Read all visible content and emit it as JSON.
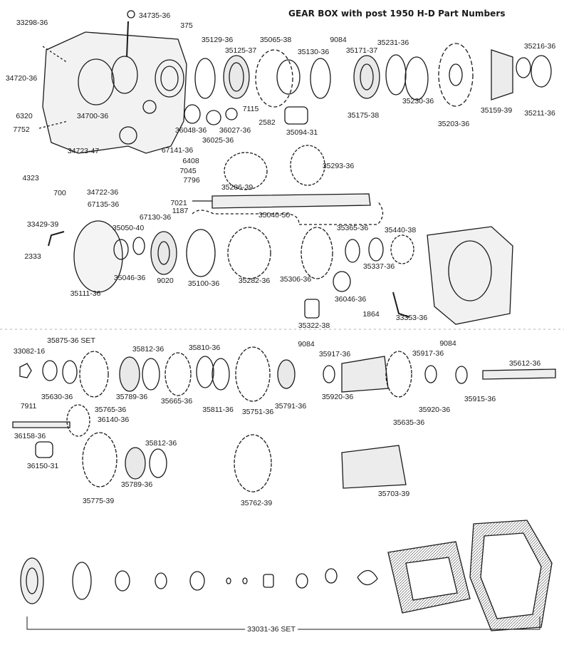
{
  "title": "GEAR BOX with post 1950 H-D Part Numbers",
  "labels": [
    "33298-36",
    "34735-36",
    "375",
    "35129-36",
    "35125-37",
    "35065-38",
    "9084",
    "35130-36",
    "35171-37",
    "35231-36",
    "35216-36",
    "34720-36",
    "7115",
    "2582",
    "35175-38",
    "35230-36",
    "35159-39",
    "35211-36",
    "6320",
    "7752",
    "34700-36",
    "36048-36",
    "36027-36",
    "36025-36",
    "35094-31",
    "35203-36",
    "34723-47",
    "67141-36",
    "6408",
    "7045",
    "4323",
    "700",
    "34722-36",
    "67135-36",
    "7796",
    "35293-36",
    "35286-39",
    "7021",
    "1187",
    "67130-36",
    "35040-50",
    "33429-39",
    "35050-40",
    "35365-36",
    "35440-38",
    "2333",
    "35046-36",
    "9020",
    "35100-36",
    "35282-36",
    "35306-36",
    "35337-36",
    "35111-36",
    "36046-36",
    "1864",
    "35322-38",
    "33353-36",
    "33082-16",
    "35875-36 SET",
    "35812-36",
    "35810-36",
    "9084",
    "35917-36",
    "35917-36",
    "9084",
    "35612-36",
    "35630-36",
    "35789-36",
    "35665-36",
    "35811-36",
    "35751-36",
    "35791-36",
    "35920-36",
    "35635-36",
    "35920-36",
    "35915-36",
    "7911",
    "35765-36",
    "36140-36",
    "36158-36",
    "36150-31",
    "35812-36",
    "35789-36",
    "35775-39",
    "35762-39",
    "35703-39",
    "33031-36 SET"
  ]
}
